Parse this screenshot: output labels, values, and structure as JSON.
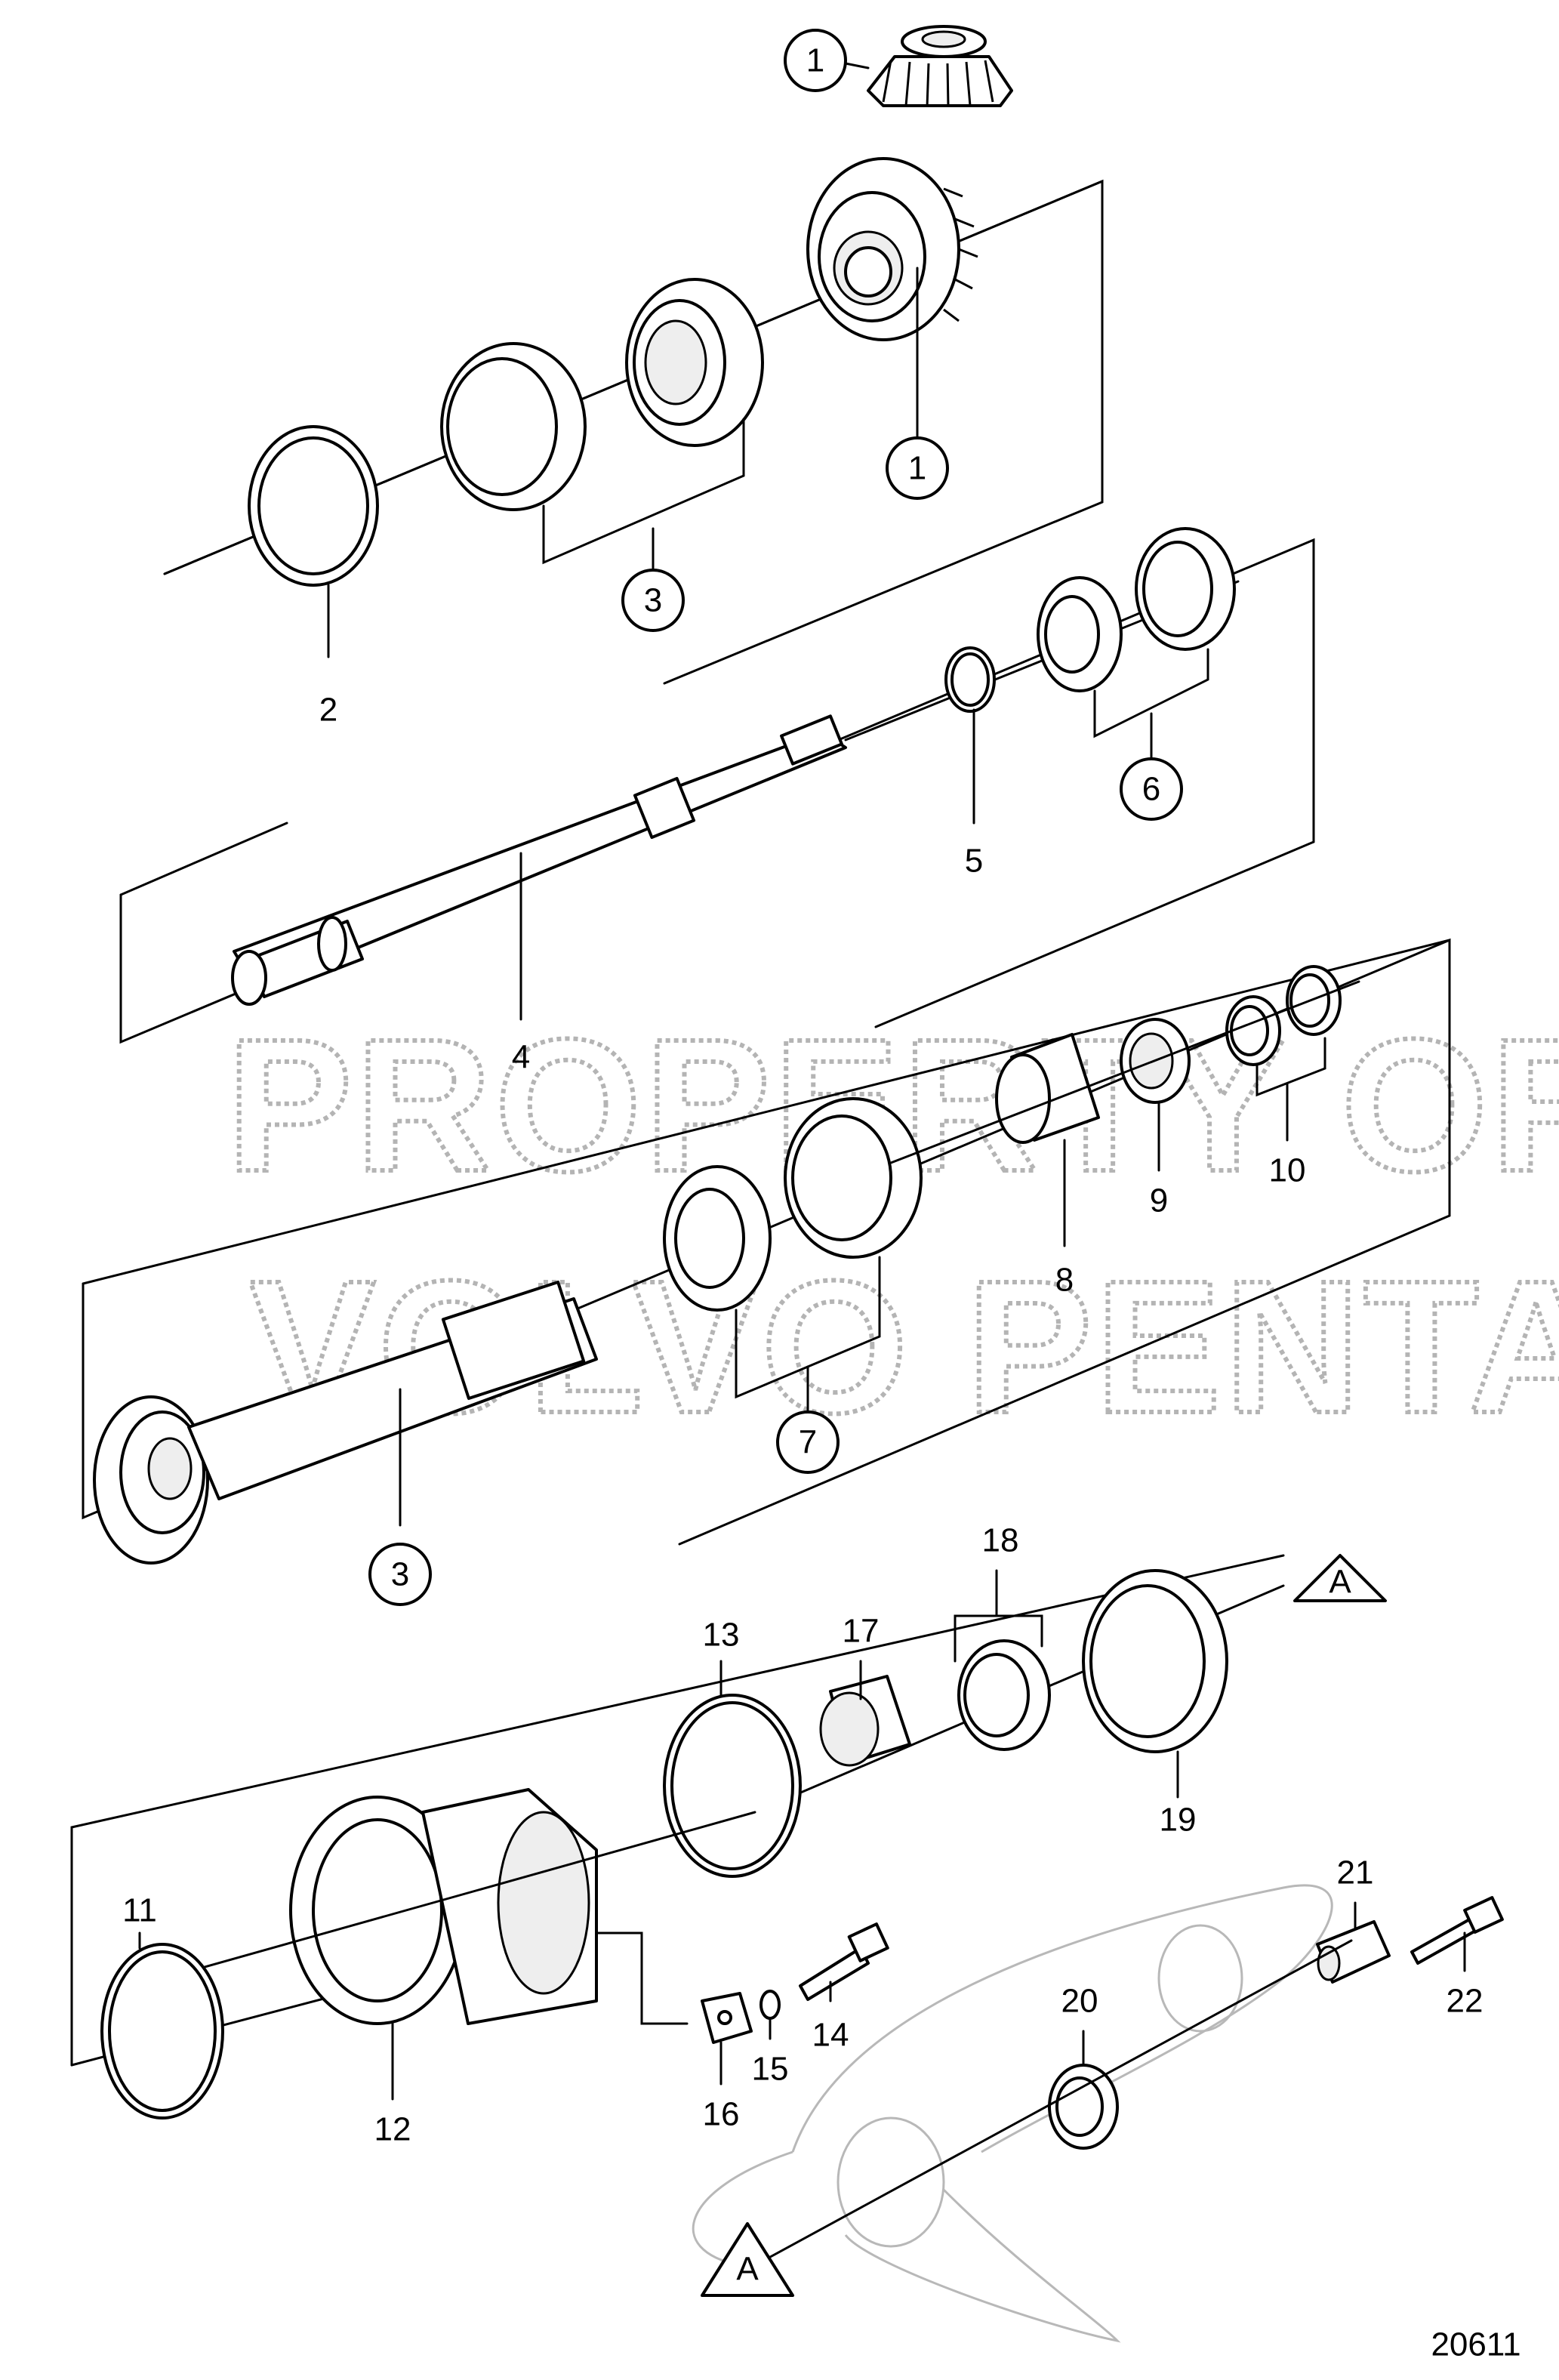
{
  "callouts": {
    "c1a": "1",
    "c1b": "1",
    "c2": "2",
    "c3a": "3",
    "c3b": "3",
    "c4": "4",
    "c5": "5",
    "c6": "6",
    "c7": "7",
    "c8": "8",
    "c9": "9",
    "c10": "10",
    "c11": "11",
    "c12": "12",
    "c13": "13",
    "c14": "14",
    "c15": "15",
    "c16": "16",
    "c17": "17",
    "c18": "18",
    "c19": "19",
    "c20": "20",
    "c21": "21",
    "c22": "22"
  },
  "reference_markers": {
    "top": "A",
    "bottom": "A"
  },
  "watermark": {
    "line1": "PROPERTY OF",
    "line2": "VOLVO PENTA"
  },
  "figure_number": "20611"
}
